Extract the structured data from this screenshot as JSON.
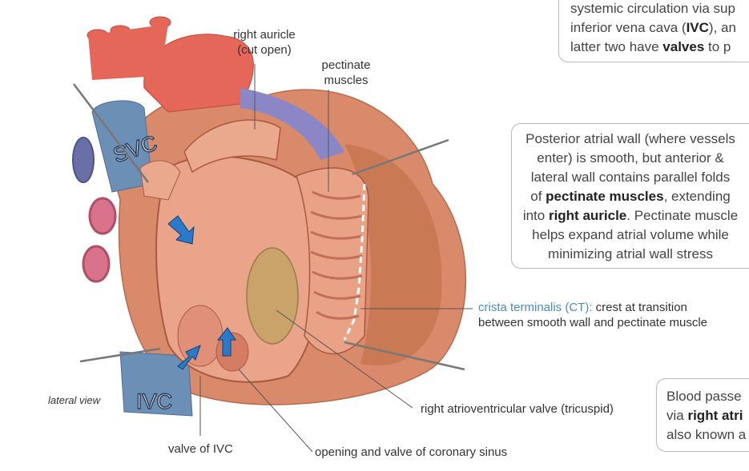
{
  "labels": {
    "right_auricle_line1": "right auricle",
    "right_auricle_line2": "(cut open)",
    "pectinate_line1": "pectinate",
    "pectinate_line2": "muscles",
    "crista_term": "crista terminalis (CT):",
    "crista_desc_1": " crest at transition",
    "crista_desc_2": "between smooth wall and pectinate muscle",
    "tricuspid": "right atrioventricular valve (tricuspid)",
    "valve_ivc": "valve of IVC",
    "coronary_sinus": "opening and valve of coronary sinus",
    "lateral_view": "lateral view",
    "svc": "SVC",
    "ivc": "IVC"
  },
  "box_top": {
    "line1": "systemic circulation via sup",
    "line2_a": "inferior vena cava (",
    "line2_b": "IVC",
    "line2_c": "), an",
    "line3_a": "latter two have ",
    "line3_b": "valves",
    "line3_c": " to p"
  },
  "box_mid": {
    "l1": "Posterior atrial wall (where vessels",
    "l2": "enter) is smooth, but anterior &",
    "l3": "lateral wall contains parallel folds",
    "l4_a": "of ",
    "l4_b": "pectinate muscles",
    "l4_c": ", extending",
    "l5_a": "into ",
    "l5_b": "right auricle",
    "l5_c": ". Pectinate muscle",
    "l6": "helps expand atrial volume while",
    "l7": "minimizing atrial wall stress"
  },
  "box_bot": {
    "l1": "Blood passe",
    "l2_a": "via ",
    "l2_b": "right atri",
    "l3": "also known a"
  },
  "colors": {
    "accent": "#4a8cc8",
    "heart_outer": "#d98a6a",
    "aorta": "#e5675a",
    "vein": "#6b8fb5"
  }
}
